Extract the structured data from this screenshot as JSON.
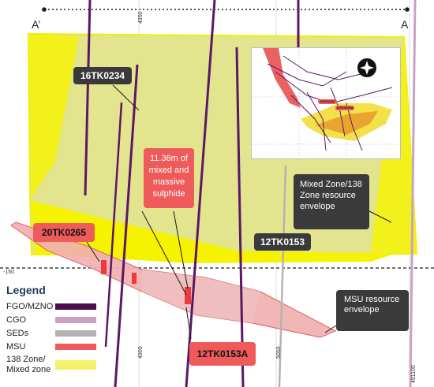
{
  "section": {
    "left_end": "A’",
    "right_end": "A",
    "depth_label": "-150"
  },
  "grid_labels": [
    "4950",
    "4900",
    "5050",
    "491100"
  ],
  "callouts": {
    "hole_16TK0234": "16TK0234",
    "hole_20TK0265": "20TK0265",
    "hole_12TK0153": "12TK0153",
    "hole_12TK0153A": "12TK0153A",
    "intercept": "11.36m of mixed and massive sulphide",
    "mixed_zone": "Mixed Zone/138 Zone resource envelope",
    "msu_zone": "MSU resource envelope"
  },
  "inset_labels": [
    "20TK0265",
    "12TK0153A"
  ],
  "legend": {
    "title": "Legend",
    "items": [
      {
        "label": "FGO/MZNO",
        "color": "#4b0f50"
      },
      {
        "label": "CGO",
        "color": "#c9a2c6"
      },
      {
        "label": "SEDs",
        "color": "#b3b3b3"
      },
      {
        "label": "MSU",
        "color": "#ee5a5a"
      },
      {
        "label": "138 Zone/ Mixed zone",
        "color": "#f4f26a"
      }
    ]
  },
  "colors": {
    "mixed_zone_fill": "#e3e48e",
    "mixed_zone_edge": "#eef000",
    "msu_fill": "#f2b0b0",
    "msu_edge": "#d66a6a",
    "fgo": "#5b1866",
    "section_line": "#1a1a1a"
  }
}
